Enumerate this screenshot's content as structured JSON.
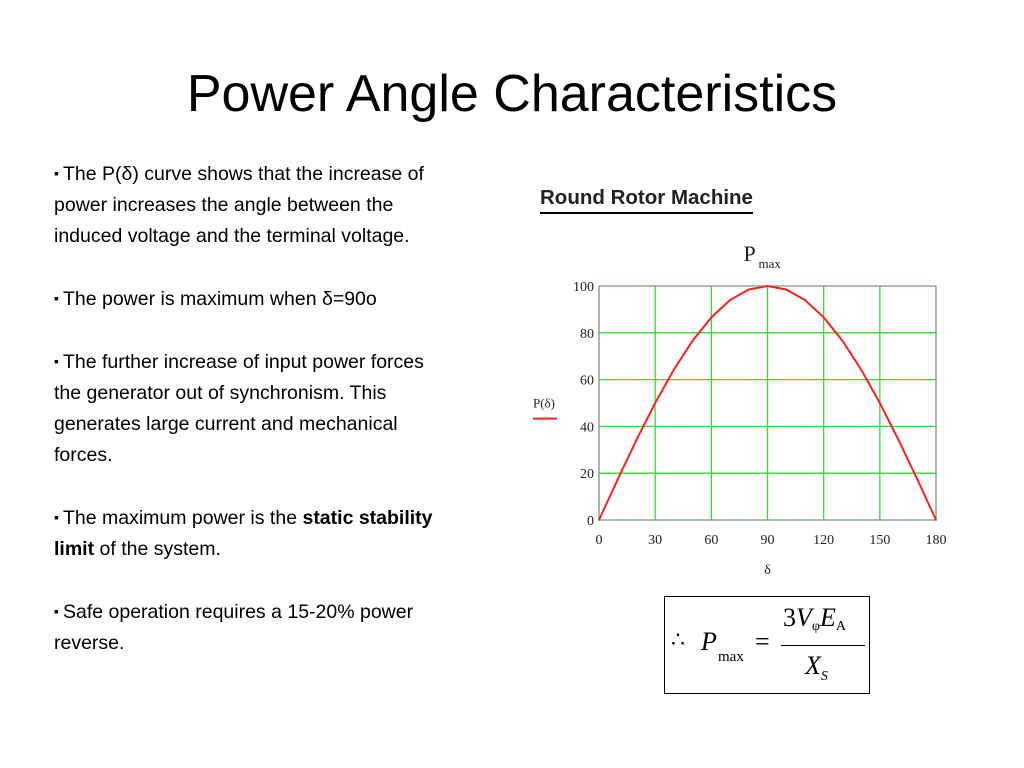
{
  "slide": {
    "title": "Power Angle Characteristics"
  },
  "bullets": [
    {
      "marker": "▪",
      "text": "The P(δ) curve shows that the increase of power increases the angle between the induced voltage and the terminal voltage."
    },
    {
      "marker": "▪",
      "text": "The power is maximum when δ=90o"
    },
    {
      "marker": "▪",
      "text": "The further increase of input power forces the generator out of synchronism. This generates large current and mechanical forces."
    },
    {
      "marker": "▪",
      "pre": "The maximum power is the ",
      "bold": "static stability limit",
      "post": " of the system."
    },
    {
      "marker": "▪",
      "text": "Safe operation requires a 15-20% power reverse."
    }
  ],
  "chart_data": {
    "type": "line",
    "title": "Round Rotor Machine",
    "annotation": "P",
    "annotation_sub": "max",
    "xlabel": "δ",
    "ylabel": "P(δ)",
    "xlim": [
      0,
      180
    ],
    "ylim": [
      0,
      100
    ],
    "x_ticks": [
      0,
      30,
      60,
      90,
      120,
      150,
      180
    ],
    "y_ticks": [
      0,
      20,
      40,
      60,
      80,
      100
    ],
    "grid": true,
    "series": [
      {
        "color": "#ff2020",
        "x": [
          0,
          10,
          20,
          30,
          40,
          50,
          60,
          70,
          80,
          90,
          100,
          110,
          120,
          130,
          140,
          150,
          160,
          170,
          180
        ],
        "y": [
          0,
          17.4,
          34.2,
          50,
          64.3,
          76.6,
          86.6,
          94,
          98.5,
          100,
          98.5,
          94,
          86.6,
          76.6,
          64.3,
          50,
          34.2,
          17.4,
          0
        ]
      }
    ],
    "colors": {
      "grid": "#33dd33",
      "curve": "#ff2020",
      "frame": "#888888"
    }
  },
  "formula": {
    "therefore": "∴",
    "p": "P",
    "p_sub": "max",
    "equals": "=",
    "num_coef": "3",
    "num_v": "V",
    "num_v_sub": "φ",
    "num_e": "E",
    "num_e_sub": "A",
    "den_x": "X",
    "den_x_sub": "S"
  }
}
